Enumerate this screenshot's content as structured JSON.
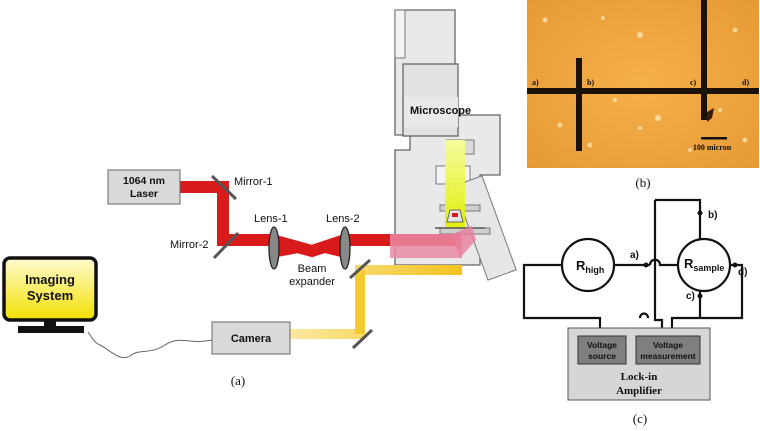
{
  "panel_a": {
    "caption": "(a)",
    "laser_line1": "1064 nm",
    "laser_line2": "Laser",
    "mirror1": "Mirror-1",
    "mirror2": "Mirror-2",
    "lens1": "Lens-1",
    "lens2": "Lens-2",
    "beam_expander_line1": "Beam",
    "beam_expander_line2": "expander",
    "microscope": "Microscope",
    "camera": "Camera",
    "imaging_line1": "Imaging",
    "imaging_line2": "System"
  },
  "panel_b": {
    "caption": "(b)",
    "point_a": "a)",
    "point_b": "b)",
    "point_c": "c)",
    "point_d": "d)",
    "scale_bar": "100 micron"
  },
  "panel_c": {
    "caption": "(c)",
    "r_high": "R",
    "r_high_sub": "high",
    "r_sample": "R",
    "r_sample_sub": "sample",
    "node_a": "a)",
    "node_b": "b)",
    "node_c": "c)",
    "node_d": "d)",
    "voltage_source_line1": "Voltage",
    "voltage_source_line2": "source",
    "voltage_meas_line1": "Voltage",
    "voltage_meas_line2": "measurement",
    "lockin_line1": "Lock-in",
    "lockin_line2": "Amplifier"
  },
  "colors": {
    "laser_red": "#d81a1a",
    "beam_yellow": "#f3d224",
    "micrograph_orange": "#f0a640",
    "panel_gray": "#d9d9d9"
  }
}
